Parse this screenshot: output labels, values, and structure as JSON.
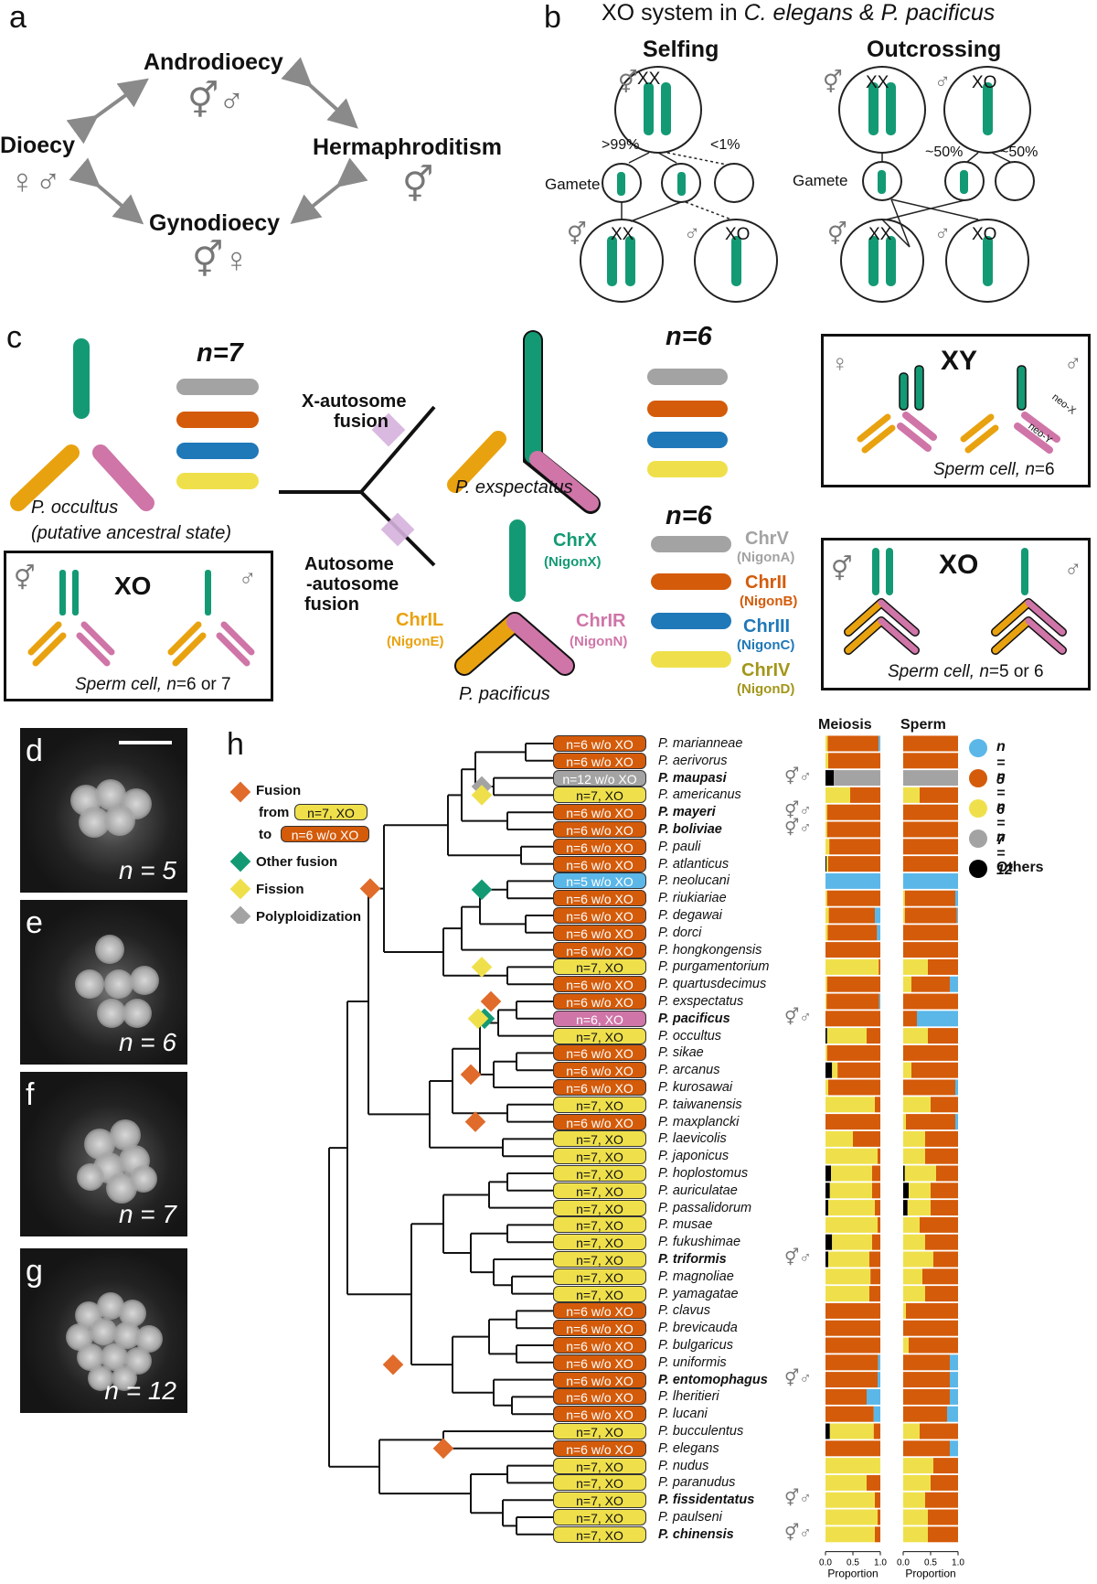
{
  "colors": {
    "green": "#139a74",
    "orange": "#e9a20f",
    "pink": "#cf75a8",
    "gray": "#a3a3a3",
    "red_orange": "#d45b0a",
    "blue": "#1f78b8",
    "yellow": "#efe04b",
    "light_blue": "#5bb7e8",
    "fusion_purple": "#d6b1de"
  },
  "panel_labels": {
    "a": "a",
    "b": "b",
    "c": "c",
    "d": "d",
    "e": "e",
    "f": "f",
    "g": "g",
    "h": "h"
  },
  "panel_a": {
    "androdioecy": "Androdioecy",
    "dioecy": "Dioecy",
    "hermaphroditism": "Hermaphroditism",
    "gynodioecy": "Gynodioecy",
    "sym_androdioecy": "⚥♂",
    "sym_dioecy": "♀♂",
    "sym_hermaphroditism": "⚥",
    "sym_gynodioecy": "⚥♀"
  },
  "panel_b": {
    "title_prefix": "XO system in ",
    "title_species": "C. elegans & P. pacificus",
    "selfing": "Selfing",
    "outcrossing": "Outcrossing",
    "xx": "XX",
    "xo": "XO",
    "gamete": "Gamete",
    "pct_99": ">99%",
    "pct_1": "<1%",
    "pct_50a": "~50%",
    "pct_50b": "~50%",
    "herm": "⚥",
    "male": "♂"
  },
  "panel_c": {
    "n7": "n=7",
    "n6a": "n=6",
    "n6b": "n=6",
    "occultus": "P. occultus",
    "ancestral": "(putative ancestral state)",
    "x_auto_1": "X-autosome",
    "x_auto_2": "fusion",
    "auto_auto_1": "Autosome",
    "auto_auto_2": "-autosome",
    "auto_auto_3": "fusion",
    "exspectatus": "P. exspectatus",
    "pacificus": "P. pacificus",
    "chrx": "ChrX",
    "nigonx": "(NigonX)",
    "chril": "ChrIL",
    "nigone": "(NigonE)",
    "chrir": "ChrIR",
    "nigonn": "(NigonN)",
    "chrv": "ChrV",
    "nigona": "(NigonA)",
    "chrii": "ChrII",
    "nigonb": "(NigonB)",
    "chriii": "ChrIII",
    "nigonc": "(NigonC)",
    "chriv": "ChrIV",
    "nigond": "(NigonD)",
    "box_xo_left_title": "XO",
    "box_xo_left_caption_a": "Sperm cell, ",
    "box_xo_left_caption_b": "n",
    "box_xo_left_caption_c": "=6 or 7",
    "box_xy_title": "XY",
    "box_xy_caption_a": "Sperm cell, ",
    "box_xy_caption_b": "n",
    "box_xy_caption_c": "=6",
    "neo_x": "neo-X",
    "neo_y": "neo-Y",
    "box_xo_right_title": "XO",
    "box_xo_right_caption_a": "Sperm cell, ",
    "box_xo_right_caption_b": "n",
    "box_xo_right_caption_c": "=5 or 6",
    "herm": "⚥",
    "female": "♀",
    "male": "♂"
  },
  "micrographs": [
    {
      "label": "d",
      "n": "n = 5"
    },
    {
      "label": "e",
      "n": "n = 6"
    },
    {
      "label": "f",
      "n": "n = 7"
    },
    {
      "label": "g",
      "n": "n = 12"
    }
  ],
  "panel_h": {
    "legend_fusion": "Fusion",
    "legend_from": "from",
    "legend_from_pill": "n=7, XO",
    "legend_to": "to",
    "legend_to_pill": "n=6 w/o XO",
    "legend_other_fusion": "Other fusion",
    "legend_fission": "Fission",
    "legend_polyploid": "Polyploidization",
    "meiosis": "Meiosis",
    "sperm": "Sperm",
    "proportion": "Proportion",
    "ticks": [
      "0.0",
      "0.5",
      "1.0"
    ],
    "key": [
      {
        "label": "n = 5",
        "color": "#5bb7e8"
      },
      {
        "label": "n = 6",
        "color": "#d45b0a"
      },
      {
        "label": "n = 7",
        "color": "#efe04b"
      },
      {
        "label": "n = 12",
        "color": "#a3a3a3"
      },
      {
        "label": "Others",
        "color": "#000000"
      }
    ],
    "species": [
      {
        "pill": "n=6 w/o XO",
        "name": "P. marianneae",
        "bold": false,
        "sym": ""
      },
      {
        "pill": "n=6 w/o XO",
        "name": "P. aerivorus",
        "bold": false,
        "sym": ""
      },
      {
        "pill": "n=12 w/o XO",
        "name": "P. maupasi",
        "bold": true,
        "sym": "⚥♂"
      },
      {
        "pill": "n=7, XO",
        "name": "P. americanus",
        "bold": false,
        "sym": ""
      },
      {
        "pill": "n=6 w/o XO",
        "name": "P. mayeri",
        "bold": true,
        "sym": "⚥♂"
      },
      {
        "pill": "n=6 w/o XO",
        "name": "P. boliviae",
        "bold": true,
        "sym": "⚥♂"
      },
      {
        "pill": "n=6 w/o XO",
        "name": "P. pauli",
        "bold": false,
        "sym": ""
      },
      {
        "pill": "n=6 w/o XO",
        "name": "P. atlanticus",
        "bold": false,
        "sym": ""
      },
      {
        "pill": "n=5 w/o XO",
        "name": "P. neolucani",
        "bold": false,
        "sym": ""
      },
      {
        "pill": "n=6 w/o XO",
        "name": "P. riukiariae",
        "bold": false,
        "sym": ""
      },
      {
        "pill": "n=6 w/o XO",
        "name": "P. degawai",
        "bold": false,
        "sym": ""
      },
      {
        "pill": "n=6 w/o XO",
        "name": "P. dorci",
        "bold": false,
        "sym": ""
      },
      {
        "pill": "n=6 w/o XO",
        "name": "P. hongkongensis",
        "bold": false,
        "sym": ""
      },
      {
        "pill": "n=7, XO",
        "name": "P. purgamentorium",
        "bold": false,
        "sym": ""
      },
      {
        "pill": "n=6 w/o XO",
        "name": "P. quartusdecimus",
        "bold": false,
        "sym": ""
      },
      {
        "pill": "n=6 w/o XO",
        "name": "P. exspectatus",
        "bold": false,
        "sym": ""
      },
      {
        "pill": "n=6, XO",
        "name": "P. pacificus",
        "bold": true,
        "sym": "⚥♂"
      },
      {
        "pill": "n=7, XO",
        "name": "P. occultus",
        "bold": false,
        "sym": ""
      },
      {
        "pill": "n=6 w/o XO",
        "name": "P. sikae",
        "bold": false,
        "sym": ""
      },
      {
        "pill": "n=6 w/o XO",
        "name": "P. arcanus",
        "bold": false,
        "sym": ""
      },
      {
        "pill": "n=6 w/o XO",
        "name": "P. kurosawai",
        "bold": false,
        "sym": ""
      },
      {
        "pill": "n=7, XO",
        "name": "P. taiwanensis",
        "bold": false,
        "sym": ""
      },
      {
        "pill": "n=6 w/o XO",
        "name": "P. maxplancki",
        "bold": false,
        "sym": ""
      },
      {
        "pill": "n=7, XO",
        "name": "P. laevicolis",
        "bold": false,
        "sym": ""
      },
      {
        "pill": "n=7, XO",
        "name": "P. japonicus",
        "bold": false,
        "sym": ""
      },
      {
        "pill": "n=7, XO",
        "name": "P. hoplostomus",
        "bold": false,
        "sym": ""
      },
      {
        "pill": "n=7, XO",
        "name": "P. auriculatae",
        "bold": false,
        "sym": ""
      },
      {
        "pill": "n=7, XO",
        "name": "P. passalidorum",
        "bold": false,
        "sym": ""
      },
      {
        "pill": "n=7, XO",
        "name": "P. musae",
        "bold": false,
        "sym": ""
      },
      {
        "pill": "n=7, XO",
        "name": "P. fukushimae",
        "bold": false,
        "sym": ""
      },
      {
        "pill": "n=7, XO",
        "name": "P. triformis",
        "bold": true,
        "sym": "⚥♂"
      },
      {
        "pill": "n=7, XO",
        "name": "P. magnoliae",
        "bold": false,
        "sym": ""
      },
      {
        "pill": "n=7, XO",
        "name": "P. yamagatae",
        "bold": false,
        "sym": ""
      },
      {
        "pill": "n=6 w/o XO",
        "name": "P. clavus",
        "bold": false,
        "sym": ""
      },
      {
        "pill": "n=6 w/o XO",
        "name": "P. brevicauda",
        "bold": false,
        "sym": ""
      },
      {
        "pill": "n=6 w/o XO",
        "name": "P. bulgaricus",
        "bold": false,
        "sym": ""
      },
      {
        "pill": "n=6 w/o XO",
        "name": "P. uniformis",
        "bold": false,
        "sym": ""
      },
      {
        "pill": "n=6 w/o XO",
        "name": "P. entomophagus",
        "bold": true,
        "sym": "⚥♂"
      },
      {
        "pill": "n=6 w/o XO",
        "name": "P. lheritieri",
        "bold": false,
        "sym": ""
      },
      {
        "pill": "n=6 w/o XO",
        "name": "P. lucani",
        "bold": false,
        "sym": ""
      },
      {
        "pill": "n=7, XO",
        "name": "P. bucculentus",
        "bold": false,
        "sym": ""
      },
      {
        "pill": "n=6 w/o XO",
        "name": "P. elegans",
        "bold": false,
        "sym": ""
      },
      {
        "pill": "n=7, XO",
        "name": "P. nudus",
        "bold": false,
        "sym": ""
      },
      {
        "pill": "n=7, XO",
        "name": "P. paranudus",
        "bold": false,
        "sym": ""
      },
      {
        "pill": "n=7, XO",
        "name": "P. fissidentatus",
        "bold": true,
        "sym": "⚥♂"
      },
      {
        "pill": "n=7, XO",
        "name": "P. paulseni",
        "bold": false,
        "sym": ""
      },
      {
        "pill": "n=7, XO",
        "name": "P. chinensis",
        "bold": true,
        "sym": "⚥♂"
      }
    ],
    "meiosis_props": [
      [
        0.03,
        0.93,
        0.04,
        0,
        0
      ],
      [
        0,
        0.95,
        0.05,
        0,
        0
      ],
      [
        0,
        0,
        0,
        0.85,
        0.15
      ],
      [
        0,
        0.55,
        0.45,
        0,
        0
      ],
      [
        0,
        0.97,
        0.03,
        0,
        0
      ],
      [
        0,
        0.97,
        0.03,
        0,
        0
      ],
      [
        0,
        0.93,
        0.07,
        0,
        0
      ],
      [
        0,
        0.95,
        0.03,
        0,
        0.02
      ],
      [
        1,
        0,
        0,
        0,
        0
      ],
      [
        0,
        0.97,
        0.03,
        0,
        0
      ],
      [
        0.1,
        0.84,
        0.06,
        0,
        0
      ],
      [
        0.06,
        0.9,
        0.04,
        0,
        0
      ],
      [
        0,
        1,
        0,
        0,
        0
      ],
      [
        0,
        0.03,
        0.97,
        0,
        0
      ],
      [
        0,
        0.97,
        0.03,
        0,
        0
      ],
      [
        0.02,
        0.96,
        0.02,
        0,
        0
      ],
      [
        0,
        1,
        0,
        0,
        0
      ],
      [
        0,
        0.25,
        0.72,
        0,
        0.03
      ],
      [
        0,
        0.97,
        0.03,
        0,
        0
      ],
      [
        0,
        0.78,
        0.1,
        0,
        0.12
      ],
      [
        0,
        0.95,
        0.05,
        0,
        0
      ],
      [
        0,
        0.1,
        0.9,
        0,
        0
      ],
      [
        0,
        1,
        0,
        0,
        0
      ],
      [
        0,
        0.5,
        0.5,
        0,
        0
      ],
      [
        0,
        0.05,
        0.95,
        0,
        0
      ],
      [
        0,
        0.15,
        0.75,
        0,
        0.1
      ],
      [
        0,
        0.15,
        0.77,
        0,
        0.08
      ],
      [
        0,
        0.1,
        0.85,
        0,
        0.05
      ],
      [
        0,
        0.05,
        0.95,
        0,
        0
      ],
      [
        0,
        0.15,
        0.73,
        0,
        0.12
      ],
      [
        0,
        0.2,
        0.75,
        0,
        0.05
      ],
      [
        0,
        0.18,
        0.82,
        0,
        0
      ],
      [
        0,
        0.2,
        0.8,
        0,
        0
      ],
      [
        0,
        1,
        0,
        0,
        0
      ],
      [
        0,
        1,
        0,
        0,
        0
      ],
      [
        0,
        1,
        0,
        0,
        0
      ],
      [
        0.04,
        0.96,
        0,
        0,
        0
      ],
      [
        0.05,
        0.95,
        0,
        0,
        0
      ],
      [
        0.25,
        0.75,
        0,
        0,
        0
      ],
      [
        0.12,
        0.88,
        0,
        0,
        0
      ],
      [
        0,
        0.12,
        0.8,
        0,
        0.08
      ],
      [
        0,
        1,
        0,
        0,
        0
      ],
      [
        0,
        0,
        1,
        0,
        0
      ],
      [
        0,
        0.25,
        0.75,
        0,
        0
      ],
      [
        0,
        0.1,
        0.9,
        0,
        0
      ],
      [
        0,
        0.05,
        0.95,
        0,
        0
      ],
      [
        0,
        0.1,
        0.9,
        0,
        0
      ]
    ],
    "sperm_props": [
      [
        0,
        1,
        0,
        0,
        0
      ],
      [
        0,
        1,
        0,
        0,
        0
      ],
      [
        0,
        0,
        0,
        1,
        0
      ],
      [
        0,
        0.7,
        0.3,
        0,
        0
      ],
      [
        0,
        1,
        0,
        0,
        0
      ],
      [
        0,
        1,
        0,
        0,
        0
      ],
      [
        0,
        1,
        0,
        0,
        0
      ],
      [
        0,
        1,
        0,
        0,
        0
      ],
      [
        1,
        0,
        0,
        0,
        0
      ],
      [
        0.05,
        0.92,
        0.03,
        0,
        0
      ],
      [
        0.02,
        0.95,
        0.03,
        0,
        0
      ],
      [
        0,
        1,
        0,
        0,
        0
      ],
      [
        0,
        1,
        0,
        0,
        0
      ],
      [
        0,
        0.55,
        0.45,
        0,
        0
      ],
      [
        0.15,
        0.7,
        0.15,
        0,
        0
      ],
      [
        0,
        1,
        0,
        0,
        0
      ],
      [
        0.75,
        0.25,
        0,
        0,
        0
      ],
      [
        0,
        0.55,
        0.45,
        0,
        0
      ],
      [
        0,
        1,
        0,
        0,
        0
      ],
      [
        0,
        0.85,
        0.15,
        0,
        0
      ],
      [
        0.05,
        0.95,
        0,
        0,
        0
      ],
      [
        0,
        0.5,
        0.5,
        0,
        0
      ],
      [
        0.05,
        0.9,
        0.05,
        0,
        0
      ],
      [
        0,
        0.6,
        0.4,
        0,
        0
      ],
      [
        0,
        0.6,
        0.4,
        0,
        0
      ],
      [
        0,
        0.4,
        0.57,
        0,
        0.03
      ],
      [
        0,
        0.5,
        0.4,
        0,
        0.1
      ],
      [
        0,
        0.5,
        0.42,
        0,
        0.08
      ],
      [
        0,
        0.7,
        0.3,
        0,
        0
      ],
      [
        0,
        0.6,
        0.4,
        0,
        0
      ],
      [
        0,
        0.45,
        0.55,
        0,
        0
      ],
      [
        0,
        0.65,
        0.35,
        0,
        0
      ],
      [
        0,
        0.6,
        0.4,
        0,
        0
      ],
      [
        0,
        0.95,
        0.05,
        0,
        0
      ],
      [
        0,
        1,
        0,
        0,
        0
      ],
      [
        0,
        0.9,
        0.1,
        0,
        0
      ],
      [
        0.15,
        0.85,
        0,
        0,
        0
      ],
      [
        0.15,
        0.85,
        0,
        0,
        0
      ],
      [
        0.15,
        0.85,
        0,
        0,
        0
      ],
      [
        0.2,
        0.8,
        0,
        0,
        0
      ],
      [
        0,
        0.7,
        0.3,
        0,
        0
      ],
      [
        0.15,
        0.85,
        0,
        0,
        0
      ],
      [
        0,
        0.45,
        0.55,
        0,
        0
      ],
      [
        0,
        0.5,
        0.5,
        0,
        0
      ],
      [
        0,
        0.6,
        0.4,
        0,
        0
      ],
      [
        0,
        0.55,
        0.45,
        0,
        0
      ],
      [
        0,
        0.55,
        0.45,
        0,
        0
      ]
    ]
  }
}
